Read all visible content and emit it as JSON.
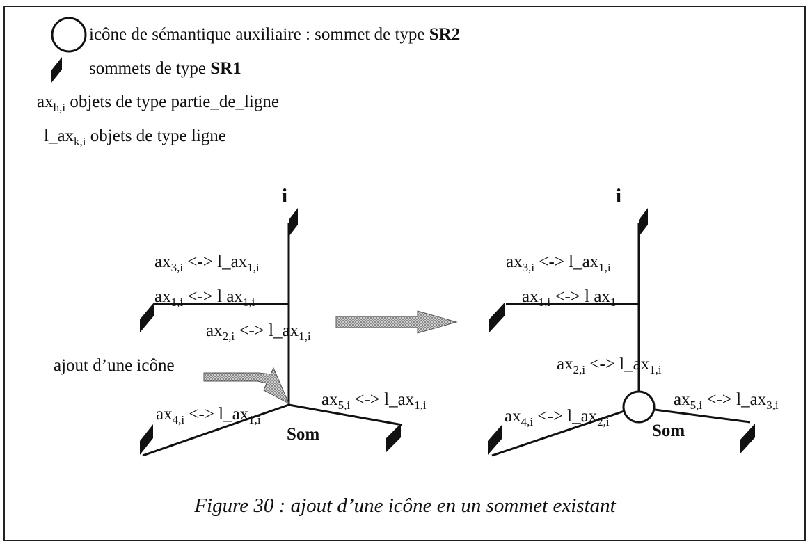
{
  "legend": {
    "sr2_text": "icône de sémantique auxiliaire : sommet de type ",
    "sr2_bold": "SR2",
    "sr1_text": "sommets de type ",
    "sr1_bold": "SR1",
    "partie_prefix": "ax",
    "partie_sub": "h,i",
    "partie_text": " objets de type partie_de_ligne",
    "ligne_prefix": "l_ax",
    "ligne_sub": "k,i",
    "ligne_text": " objets de type ligne"
  },
  "left": {
    "top_label": "i",
    "som_label": "Som",
    "ajout_label": "ajout d’une icône",
    "edges": [
      {
        "a": "ax",
        "as": "3,i",
        "b": " <-> l_ax",
        "bs": "1,i"
      },
      {
        "a": "ax",
        "as": "1,i",
        "b": " <-> l ax",
        "bs": "1,i"
      },
      {
        "a": "ax",
        "as": "2,i",
        "b": " <-> l_ax",
        "bs": "1,i"
      },
      {
        "a": "ax",
        "as": "4,i",
        "b": " <-> l_ax",
        "bs": "1,i"
      },
      {
        "a": "ax",
        "as": "5,i",
        "b": " <-> l_ax",
        "bs": "1,i"
      }
    ]
  },
  "right": {
    "top_label": "i",
    "som_label": "Som",
    "edges": [
      {
        "a": "ax",
        "as": "3,i",
        "b": " <-> l_ax",
        "bs": "1,i"
      },
      {
        "a": "ax",
        "as": "1,i",
        "b": " <-> l ax",
        "bs": "1"
      },
      {
        "a": "ax",
        "as": "2,i",
        "b": " <-> l_ax",
        "bs": "1,i"
      },
      {
        "a": "ax",
        "as": "4,i",
        "b": " <-> l_ax",
        "bs": "2,i"
      },
      {
        "a": "ax",
        "as": "5,i",
        "b": " <-> l_ax",
        "bs": "3,i"
      }
    ]
  },
  "caption": "Figure  30  : ajout d’une icône en un sommet existant",
  "colors": {
    "line": "#111111",
    "arrow_fill": "#bdbdbd"
  }
}
